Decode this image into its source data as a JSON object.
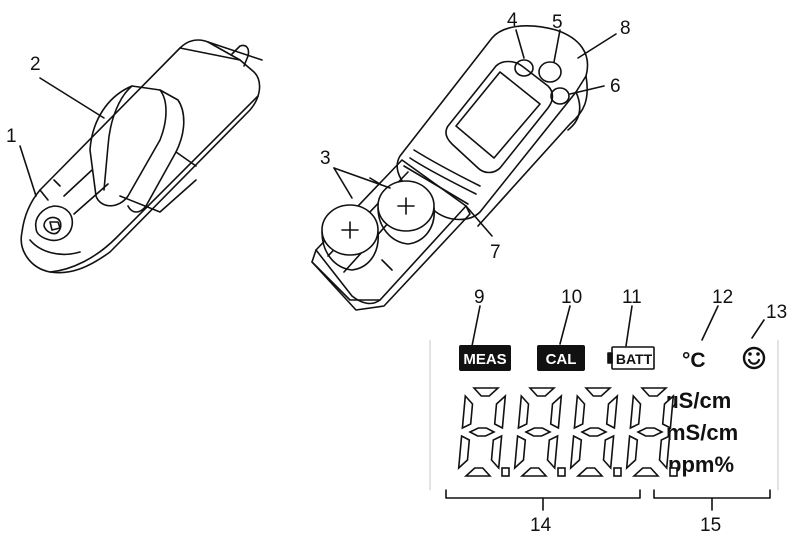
{
  "callouts": {
    "c1": "1",
    "c2": "2",
    "c3": "3",
    "c4": "4",
    "c5": "5",
    "c6": "6",
    "c7": "7",
    "c8": "8",
    "c9": "9",
    "c10": "10",
    "c11": "11",
    "c12": "12",
    "c13": "13",
    "c14": "14",
    "c15": "15"
  },
  "lcd": {
    "meas": "MEAS",
    "cal": "CAL",
    "batt": "BATT",
    "temp_unit": "°C",
    "unit_us": "µS/cm",
    "unit_ms": "mS/cm",
    "unit_ppm": "ppm%",
    "digits": "8.8.8.8"
  },
  "icons": {
    "smiley": "smiley-icon",
    "battery": "battery-icon"
  }
}
